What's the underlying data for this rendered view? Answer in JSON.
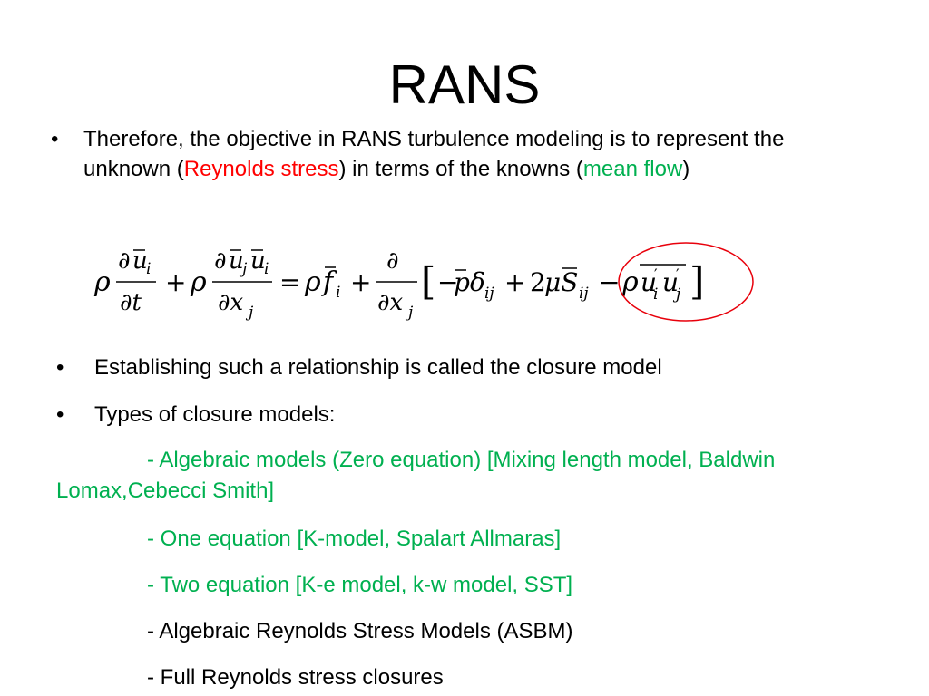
{
  "slide": {
    "title": "RANS",
    "bullet_symbol": "•",
    "intro": {
      "part1": "Therefore, the objective in RANS turbulence modeling is to represent the unknown (",
      "highlight1": "Reynolds stress",
      "part2": ") in terms of the knowns (",
      "highlight2": "mean flow",
      "part3": ")"
    },
    "bullets": [
      "Establishing such a relationship is called the closure model",
      "Types of closure models:"
    ],
    "models": [
      "- Algebraic models (Zero equation) [Mixing length model, Baldwin Lomax,Cebecci Smith]",
      "- One equation [K-model, Spalart Allmaras]",
      "- Two equation [K-e model, k-w model, SST]",
      "- Algebraic Reynolds Stress Models (ASBM)",
      "- Full Reynolds stress closures"
    ],
    "colors": {
      "highlight_red": "#ff0000",
      "highlight_green": "#00b050",
      "ellipse": "#e8000b"
    }
  }
}
